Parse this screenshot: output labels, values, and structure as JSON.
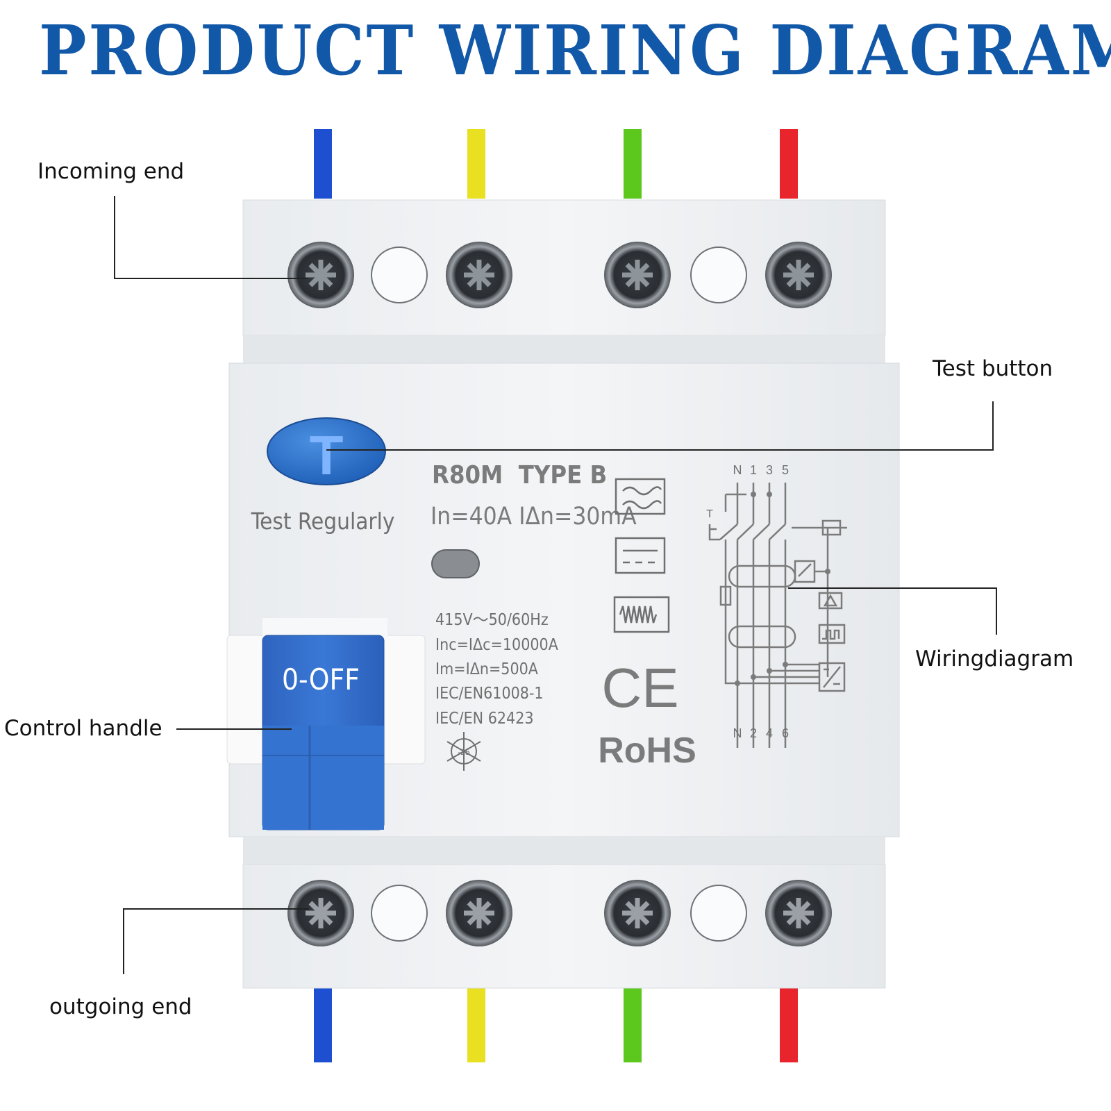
{
  "title": "PRODUCT WIRING DIAGRAM",
  "colors": {
    "title": "#1258a8",
    "body": "#f0f2f4",
    "handle_blue": "#2f6fc9",
    "wire_blue": "#1e4fd0",
    "wire_yellow": "#e8e020",
    "wire_green": "#5cc81e",
    "wire_red": "#e8242c",
    "print_gray": "#7b7b7b"
  },
  "callouts": {
    "incoming_end": "Incoming end",
    "test_button": "Test button",
    "control_handle": "Control handle",
    "wiring_diagram": "Wiringdiagram",
    "outgoing_end": "outgoing end"
  },
  "device": {
    "test_button_letter": "T",
    "test_regularly": "Test Regularly",
    "model": "R80M  TYPE B",
    "rating": "In=40A IΔn=30mA",
    "handle_label": "0-OFF",
    "specs": [
      "415V～50/60Hz",
      "Inc=IΔc=10000A",
      "Im=IΔn=500A",
      "IEC/EN61008-1",
      "IEC/EN 62423"
    ],
    "ce_mark": "CE",
    "rohs": "RoHS",
    "snowflake_text": "-25",
    "terminal_top_labels": [
      "N",
      "1",
      "3",
      "5"
    ],
    "terminal_bottom_labels": [
      "N",
      "2",
      "4",
      "6"
    ],
    "schematic_t": "T",
    "waveform_icons": [
      "ac-sine-icon",
      "dc-icon",
      "hf-wave-icon"
    ]
  }
}
